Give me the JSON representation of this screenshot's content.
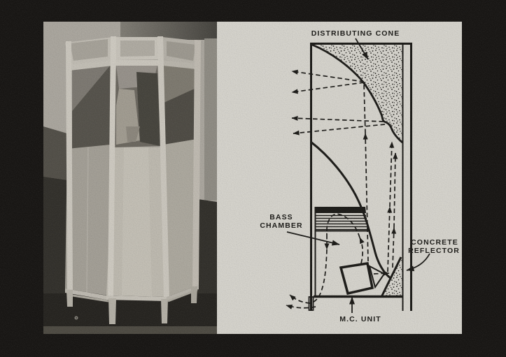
{
  "figure": {
    "description": "vintage loudspeaker photograph beside cross-section diagram",
    "palette": {
      "border_background": "#181614",
      "diagram_paper": "#d4d2cb",
      "diagram_ink": "#1c1b18",
      "photo_wall_light": "#a9a59d",
      "photo_wall_dark": "#524f48",
      "photo_floor": "#2b2925",
      "cabinet_wood": "#c6c2b9"
    }
  },
  "diagram": {
    "labels": {
      "distributing_cone": "DISTRIBUTING CONE",
      "bass_chamber": [
        "BASS",
        "CHAMBER"
      ],
      "concrete_reflector": [
        "CONCRETE",
        "REFLECTOR"
      ],
      "mc_unit": "M.C. UNIT"
    },
    "icons": [
      "left-sound-ray-arrows",
      "upward-sound-ray-arrows",
      "bass-path-arrows",
      "label-pointer-arrows"
    ]
  }
}
